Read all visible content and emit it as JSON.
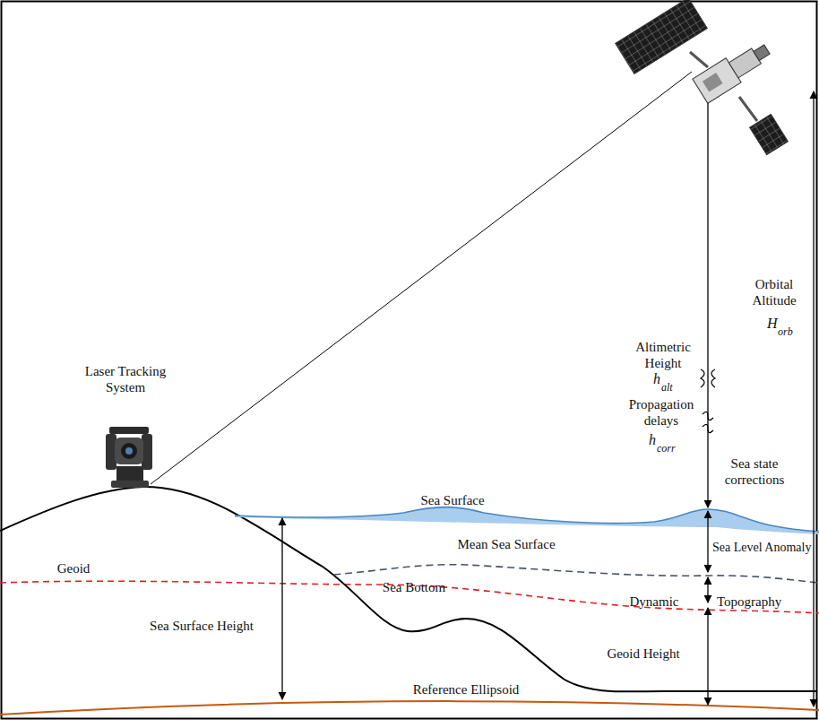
{
  "diagram": {
    "labels": [
      "Laser Tracking System",
      "Altimetric Height",
      "h",
      "alt",
      "Propagation delays",
      "h",
      "corr",
      "Orbital Altitude",
      "H",
      "orb",
      "Sea state corrections",
      "Sea Surface",
      "Mean Sea Surface",
      "Geoid",
      "Sea Level Anomaly",
      "Dynamic",
      "Topography",
      "Sea Surface Height",
      "Sea Bottom",
      "Geoid Height",
      "Reference Ellipsoid"
    ]
  }
}
